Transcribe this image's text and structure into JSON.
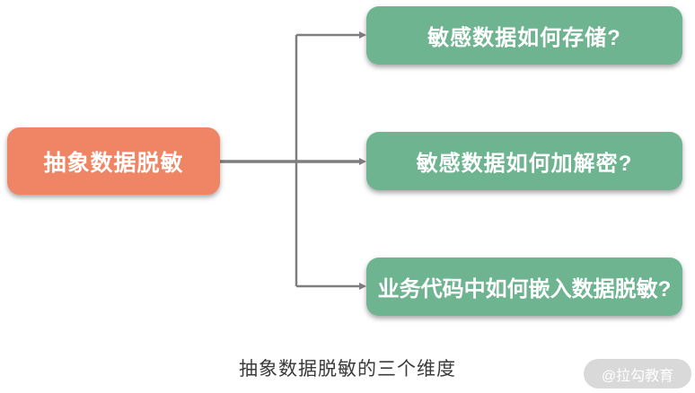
{
  "diagram": {
    "root_node": {
      "label": "抽象数据脱敏"
    },
    "branch_nodes": [
      {
        "label": "敏感数据如何存储?"
      },
      {
        "label": "敏感数据如何加解密?"
      },
      {
        "label": "业务代码中如何嵌入数据脱敏?"
      }
    ],
    "caption": "抽象数据脱敏的三个维度",
    "watermark": "@拉勾教育",
    "colors": {
      "root_fill": "#F08566",
      "branch_fill": "#6FB491",
      "connector": "#7E7E7E",
      "node_text": "#FFFFFF",
      "caption_text": "#3B3B3B",
      "watermark_bg": "#D9D9D9",
      "watermark_text": "#FFFFFF"
    }
  }
}
